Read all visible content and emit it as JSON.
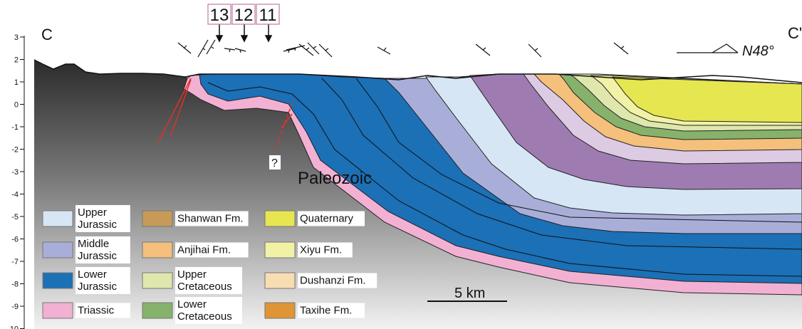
{
  "section": {
    "start_label": "C",
    "end_label": "C'",
    "orientation_label": "N48°",
    "paleozoic_label": "Paleozoic",
    "fault_question": "?",
    "scale_bar_label": "5 km",
    "wells": [
      "13",
      "12",
      "11"
    ]
  },
  "depth_axis": {
    "ticks": [
      "3",
      "2",
      "1",
      "0",
      "-1",
      "-2",
      "-3",
      "-4",
      "-5",
      "-6",
      "-7",
      "-8",
      "-9",
      "-10"
    ]
  },
  "legend": [
    {
      "id": "upper-jurassic",
      "label": "Upper\nJurassic",
      "color": "#d6e6f4"
    },
    {
      "id": "middle-jurassic",
      "label": "Middle\nJurassic",
      "color": "#a9aed9"
    },
    {
      "id": "lower-jurassic",
      "label": "Lower\nJurassic",
      "color": "#1b70b6"
    },
    {
      "id": "triassic",
      "label": "Triassic",
      "color": "#f2b1d3"
    },
    {
      "id": "shanwan-fm",
      "label": "Shanwan Fm.",
      "color": "#c79a57"
    },
    {
      "id": "anjihai-fm",
      "label": "Anjihai Fm.",
      "color": "#f4c07c"
    },
    {
      "id": "upper-cretaceous",
      "label": "Upper\nCretaceous",
      "color": "#dfe7ad"
    },
    {
      "id": "lower-cretaceous",
      "label": "Lower\nCretaceous",
      "color": "#86b26b"
    },
    {
      "id": "quaternary",
      "label": "Quaternary",
      "color": "#e6e650"
    },
    {
      "id": "xiyu-fm",
      "label": "Xiyu Fm.",
      "color": "#f1f2a6"
    },
    {
      "id": "dushanzi-fm",
      "label": "Dushanzi Fm.",
      "color": "#f8ddb3"
    },
    {
      "id": "taxihe-fm",
      "label": "Taxihe Fm.",
      "color": "#df9536"
    }
  ],
  "unit_colors": {
    "purple_unit": "#9e7cb2",
    "light_purple_unit": "#dccbe3",
    "triassic": "#f2b1d3",
    "lower_jurassic": "#1b70b6",
    "middle_jurassic": "#a9aed9",
    "upper_jurassic": "#d6e6f4",
    "anjihai": "#f4c07c",
    "lower_cretaceous": "#86b26b",
    "upper_cretaceous": "#dfe7ad",
    "xiyu": "#f1f2a6",
    "dushanzi": "#f8ddb3",
    "quaternary": "#e6e650",
    "fault": "#e0302a"
  }
}
